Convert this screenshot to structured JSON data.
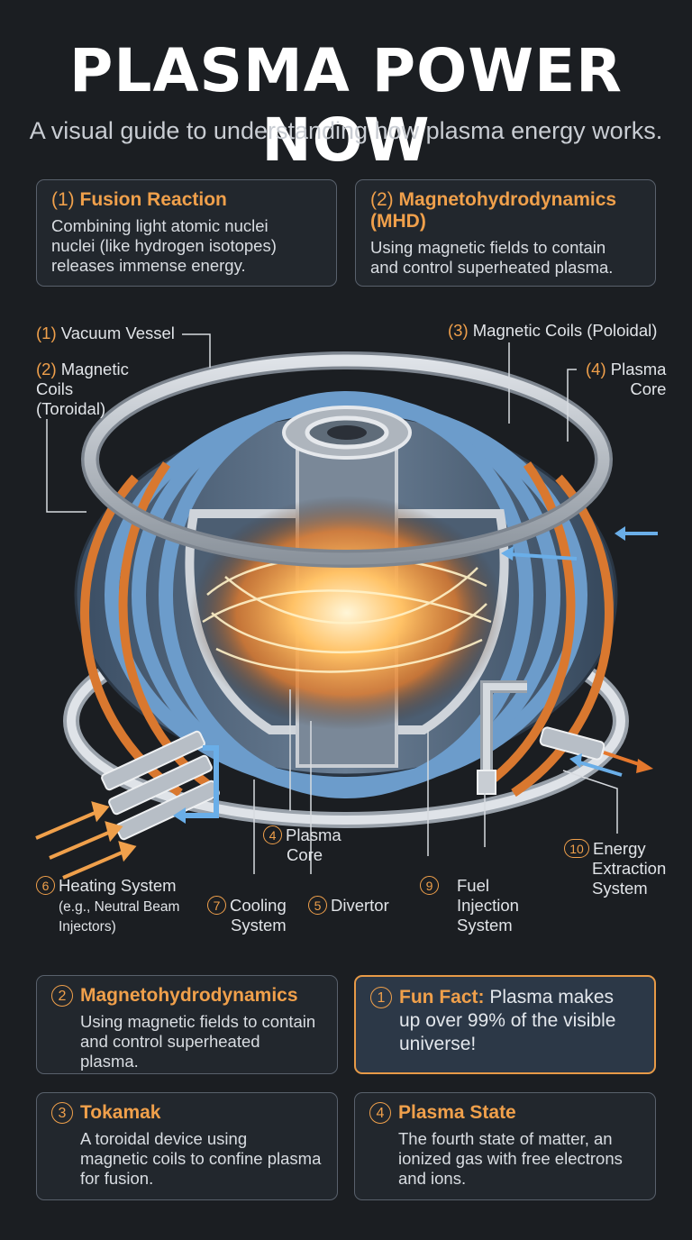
{
  "header": {
    "title": "PLASMA POWER NOW",
    "subtitle": "A visual guide to understanding how plasma energy works."
  },
  "top_boxes": [
    {
      "num": "(1)",
      "title": "Fusion Reaction",
      "body": [
        "Combining light atomic nuclei",
        "nuclei (like hydrogen isotopes)",
        "releases immense energy."
      ]
    },
    {
      "num": "(2)",
      "title": "Magnetohydrodynamics (MHD)",
      "body": [
        "Using magnetic fields to contain",
        "and control superheated plasma."
      ]
    }
  ],
  "diagram_labels": {
    "vacuum_vessel": {
      "num": "(1)",
      "text": "Vacuum Vessel"
    },
    "magnetic_coils_toroidal": {
      "num": "(2)",
      "lines": [
        "Magnetic",
        "Coils",
        "(Toroidal)"
      ]
    },
    "magnetic_coils_poloidal": {
      "num": "(3)",
      "text": "Magnetic Coils (Poloidal)"
    },
    "plasma_core_top": {
      "num": "(4)",
      "lines": [
        "Plasma",
        "Core"
      ]
    },
    "plasma_core_bottom": {
      "num": "4",
      "lines": [
        "Plasma",
        "Core"
      ]
    },
    "divertor": {
      "num": "5",
      "text": "Divertor"
    },
    "heating_system": {
      "num": "6",
      "text": "Heating System",
      "sub": [
        "(e.g., Neutral Beam",
        "Injectors)"
      ]
    },
    "cooling_system": {
      "num": "7",
      "lines": [
        "Cooling",
        "System"
      ]
    },
    "fuel_injection": {
      "num": "9",
      "lines": [
        "Fuel",
        "Injection",
        "System"
      ]
    },
    "energy_extraction": {
      "num": "10",
      "lines": [
        "Energy",
        "Extraction",
        "System"
      ]
    }
  },
  "bottom_boxes": [
    {
      "num": "2",
      "title": "Magnetohydrodynamics",
      "body": [
        "Using magnetic fields to contain",
        "and control superheated plasma."
      ]
    },
    {
      "num": "1",
      "title": "Fun Fact:",
      "body_inline": "Plasma makes",
      "body": [
        "up over 99% of the visible",
        "universe!"
      ]
    },
    {
      "num": "3",
      "title": "Tokamak",
      "body": [
        "A toroidal device using",
        "magnetic coils to confine plasma",
        "for fusion."
      ]
    },
    {
      "num": "4",
      "title": "Plasma State",
      "body": [
        "The fourth state of matter, an",
        "ionized gas with free electrons",
        "and ions."
      ]
    }
  ],
  "colors": {
    "background": "#1b1e22",
    "accent_orange": "#f0a04b",
    "coil_blue": "#5b8fc0",
    "coil_orange": "#d9782f",
    "plasma_glow": "#ffb347",
    "steel": "#c8cdd3"
  }
}
